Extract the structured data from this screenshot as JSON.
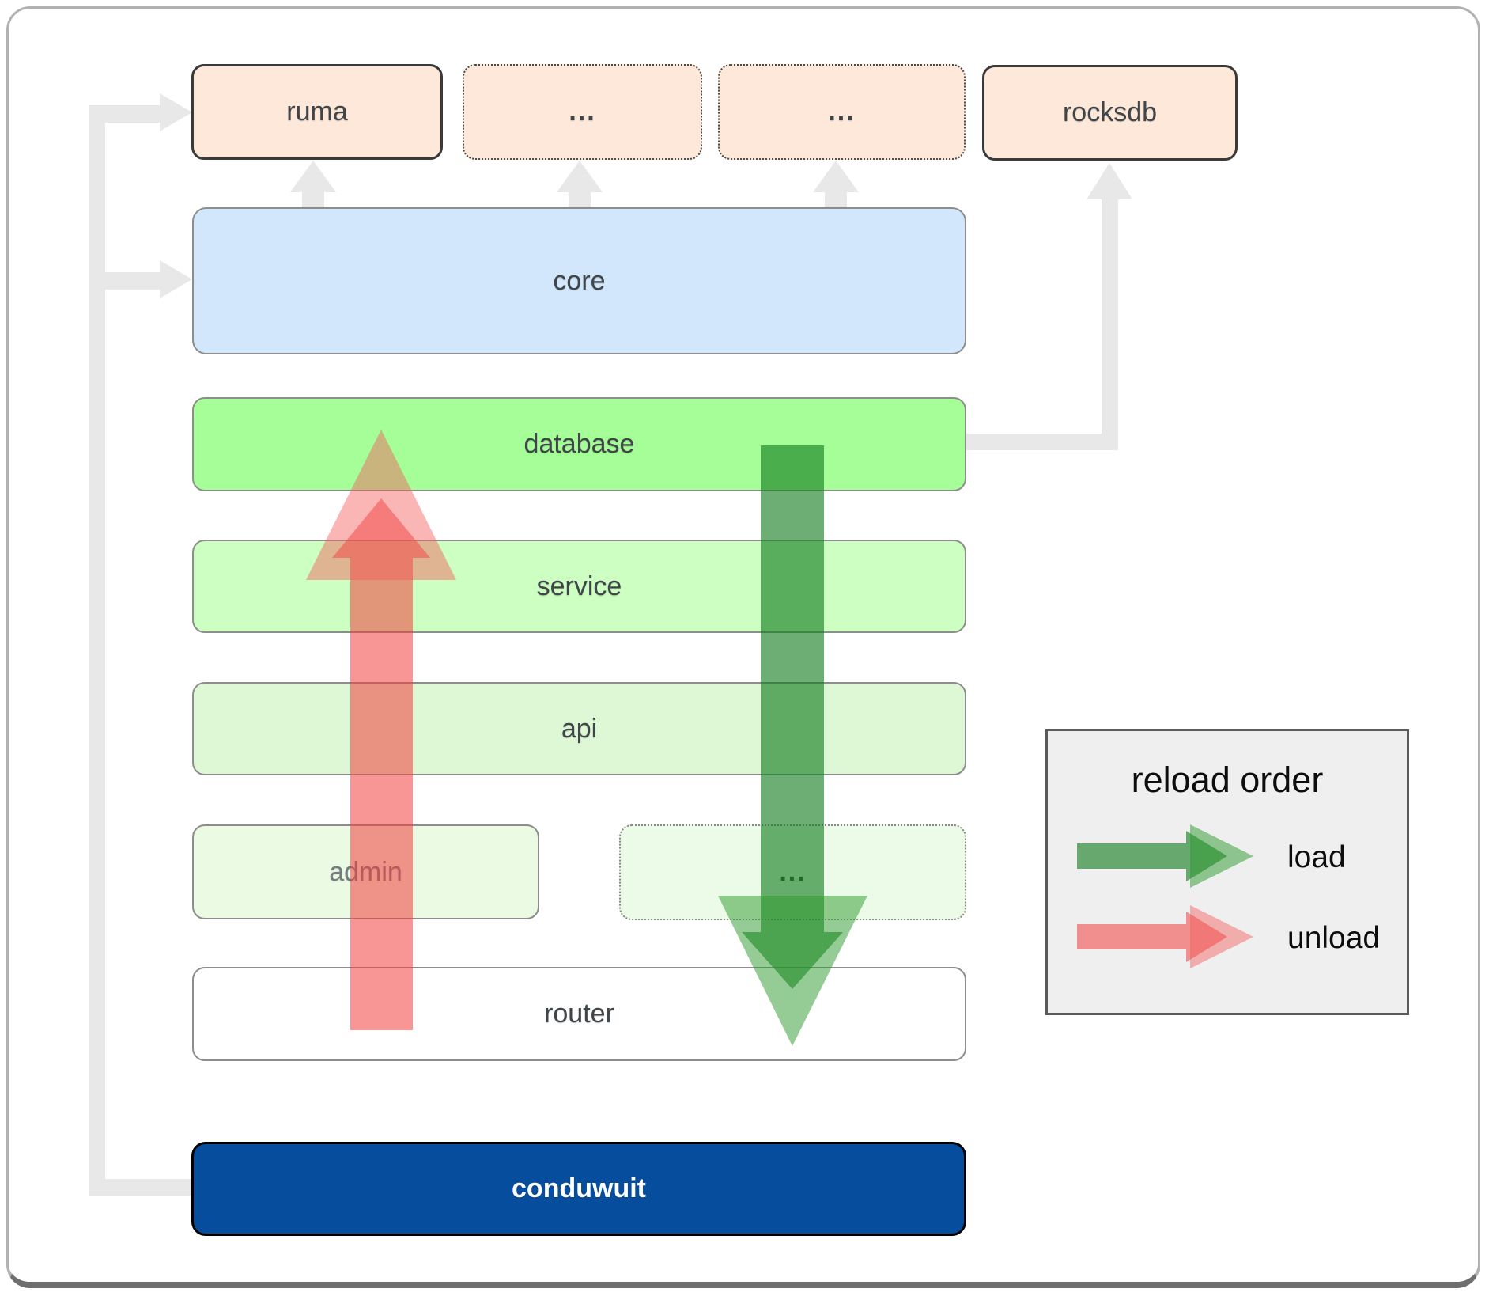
{
  "nodes": {
    "ruma": {
      "label": "ruma"
    },
    "extra1": {
      "label": "..."
    },
    "extra2": {
      "label": "..."
    },
    "rocksdb": {
      "label": "rocksdb"
    },
    "core": {
      "label": "core"
    },
    "database": {
      "label": "database"
    },
    "service": {
      "label": "service"
    },
    "api": {
      "label": "api"
    },
    "admin": {
      "label": "admin"
    },
    "extra3": {
      "label": "..."
    },
    "router": {
      "label": "router"
    },
    "conduwuit": {
      "label": "conduwuit"
    }
  },
  "legend": {
    "title": "reload order",
    "items": [
      {
        "label": "load",
        "arrow_color": "#2e9e33",
        "direction": "down"
      },
      {
        "label": "unload",
        "arrow_color": "#f25252",
        "direction": "up"
      }
    ]
  },
  "colors": {
    "peach": "#fde8d9",
    "core_blue": "#d2e7fb",
    "database_green": "#a5fe97",
    "service_green": "#cdfec2",
    "api_green": "#def8d6",
    "admin_green": "#eafae3",
    "faint_green": "#ecfbe7",
    "router_white": "#ffffff",
    "conduwuit_blue": "#074d9d",
    "legend_bg": "#efefef",
    "connector_gray": "#e8e8e8"
  }
}
